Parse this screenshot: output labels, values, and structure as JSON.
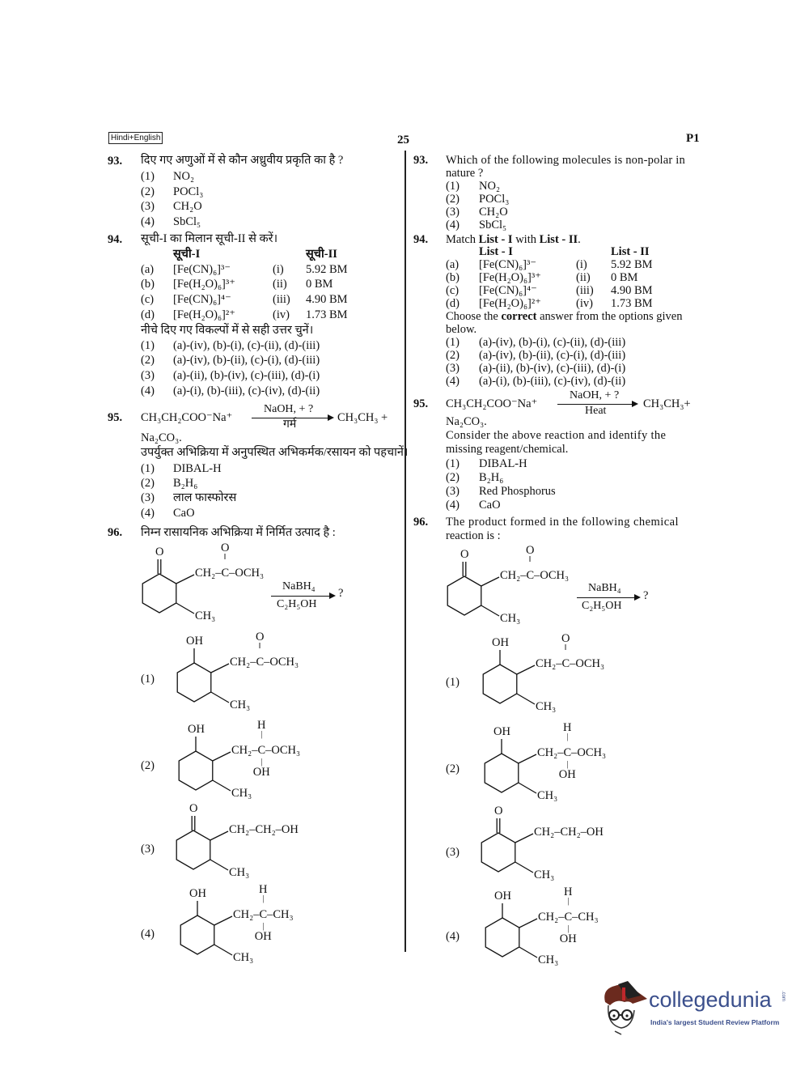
{
  "header": {
    "lang_badge": "Hindi+English",
    "page_number": "25",
    "paper_code": "P1"
  },
  "hindi": {
    "q93": {
      "num": "93.",
      "text": "दिए गए अणुओं में से कौन अध्रुवीय प्रकृति का है ?",
      "options": [
        [
          "(1)",
          "NO₂"
        ],
        [
          "(2)",
          "POCl₃"
        ],
        [
          "(3)",
          "CH₂O"
        ],
        [
          "(4)",
          "SbCl₅"
        ]
      ]
    },
    "q94": {
      "num": "94.",
      "text": "सूची-I का मिलान सूची-II से करें।",
      "list1": "सूची-I",
      "list2": "सूची-II",
      "rows": [
        [
          "(a)",
          "[Fe(CN)₆]³⁻",
          "(i)",
          "5.92 BM"
        ],
        [
          "(b)",
          "[Fe(H₂O)₆]³⁺",
          "(ii)",
          "0 BM"
        ],
        [
          "(c)",
          "[Fe(CN)₆]⁴⁻",
          "(iii)",
          "4.90 BM"
        ],
        [
          "(d)",
          "[Fe(H₂O)₆]²⁺",
          "(iv)",
          "1.73 BM"
        ]
      ],
      "instruction": "नीचे दिए गए विकल्पों में से सही उत्तर चुनें।",
      "options": [
        [
          "(1)",
          "(a)-(iv), (b)-(i), (c)-(ii), (d)-(iii)"
        ],
        [
          "(2)",
          "(a)-(iv), (b)-(ii), (c)-(i), (d)-(iii)"
        ],
        [
          "(3)",
          "(a)-(ii), (b)-(iv), (c)-(iii), (d)-(i)"
        ],
        [
          "(4)",
          "(a)-(i), (b)-(iii), (c)-(iv), (d)-(ii)"
        ]
      ]
    },
    "q95": {
      "num": "95.",
      "reactant": "CH₃CH₂COO⁻Na⁺",
      "above": "NaOH, + ?",
      "below": "गर्म",
      "product": "CH₃CH₃ +",
      "product2": "Na₂CO₃.",
      "text": "उपर्युक्त अभिक्रिया में अनुपस्थित अभिकर्मक/रसायन को पहचानें।",
      "options": [
        [
          "(1)",
          "DIBAL-H"
        ],
        [
          "(2)",
          "B₂H₆"
        ],
        [
          "(3)",
          "लाल फास्फोरस"
        ],
        [
          "(4)",
          "CaO"
        ]
      ]
    },
    "q96": {
      "num": "96.",
      "text": "निम्न रासायनिक अभिक्रिया में निर्मित उत्पाद है :",
      "option_labels": [
        "(1)",
        "(2)",
        "(3)",
        "(4)"
      ]
    }
  },
  "english": {
    "q93": {
      "num": "93.",
      "text1": "Which of the following molecules is non-polar in",
      "text2": "nature ?",
      "options": [
        [
          "(1)",
          "NO₂"
        ],
        [
          "(2)",
          "POCl₃"
        ],
        [
          "(3)",
          "CH₂O"
        ],
        [
          "(4)",
          "SbCl₅"
        ]
      ]
    },
    "q94": {
      "num": "94.",
      "text_a": "Match ",
      "text_b": "List - I",
      "text_c": " with ",
      "text_d": "List - II",
      "text_e": ".",
      "list1": "List - I",
      "list2": "List - II",
      "rows": [
        [
          "(a)",
          "[Fe(CN)₆]³⁻",
          "(i)",
          "5.92 BM"
        ],
        [
          "(b)",
          "[Fe(H₂O)₆]³⁺",
          "(ii)",
          "0 BM"
        ],
        [
          "(c)",
          "[Fe(CN)₆]⁴⁻",
          "(iii)",
          "4.90 BM"
        ],
        [
          "(d)",
          "[Fe(H₂O)₆]²⁺",
          "(iv)",
          "1.73 BM"
        ]
      ],
      "instr_a": "Choose the ",
      "instr_b": "correct",
      "instr_c": " answer from the options given",
      "instr_d": "below.",
      "options": [
        [
          "(1)",
          "(a)-(iv), (b)-(i), (c)-(ii), (d)-(iii)"
        ],
        [
          "(2)",
          "(a)-(iv), (b)-(ii), (c)-(i), (d)-(iii)"
        ],
        [
          "(3)",
          "(a)-(ii), (b)-(iv), (c)-(iii), (d)-(i)"
        ],
        [
          "(4)",
          "(a)-(i), (b)-(iii), (c)-(iv), (d)-(ii)"
        ]
      ]
    },
    "q95": {
      "num": "95.",
      "reactant": "CH₃CH₂COO⁻Na⁺",
      "above": "NaOH, + ?",
      "below": "Heat",
      "product": "CH₃CH₃+",
      "product2": "Na₂CO₃.",
      "text1": "Consider the above reaction and identify the",
      "text2": "missing reagent/chemical.",
      "options": [
        [
          "(1)",
          "DIBAL-H"
        ],
        [
          "(2)",
          "B₂H₆"
        ],
        [
          "(3)",
          "Red Phosphorus"
        ],
        [
          "(4)",
          "CaO"
        ]
      ]
    },
    "q96": {
      "num": "96.",
      "text1": "The product formed in the following chemical",
      "text2": "reaction is :",
      "option_labels": [
        "(1)",
        "(2)",
        "(3)",
        "(4)"
      ]
    }
  },
  "reaction96": {
    "reagent": "NaBH₄",
    "solvent": "C₂H₅OH",
    "product": "?"
  },
  "structures": {
    "stem": {
      "top": "O",
      "top_bond": "double",
      "pre": "CH₂–",
      "center": "C",
      "post": "–OCH₃",
      "above": "O",
      "above_bond": "double",
      "below": "",
      "ch3": "CH₃"
    },
    "opt1": {
      "top": "OH",
      "top_bond": "single",
      "pre": "CH₂–",
      "center": "C",
      "post": "–OCH₃",
      "above": "O",
      "above_bond": "double",
      "below": "",
      "ch3": "CH₃"
    },
    "opt2": {
      "top": "OH",
      "top_bond": "single",
      "pre": "CH₂–",
      "center": "C",
      "post": "–OCH₃",
      "above": "H",
      "above_bond": "single",
      "below": "OH",
      "ch3": "CH₃"
    },
    "opt3": {
      "top": "O",
      "top_bond": "double",
      "pre": "CH₂–CH₂–OH",
      "center": "",
      "post": "",
      "above": "",
      "above_bond": "",
      "below": "",
      "ch3": "CH₃"
    },
    "opt4": {
      "top": "OH",
      "top_bond": "single",
      "pre": "CH₂–",
      "center": "C",
      "post": "–CH₃",
      "above": "H",
      "above_bond": "single",
      "below": "OH",
      "ch3": "CH₃"
    }
  },
  "logo": {
    "name": "collegedunia",
    "com": ".com",
    "tagline": "India's largest Student Review Platform"
  }
}
